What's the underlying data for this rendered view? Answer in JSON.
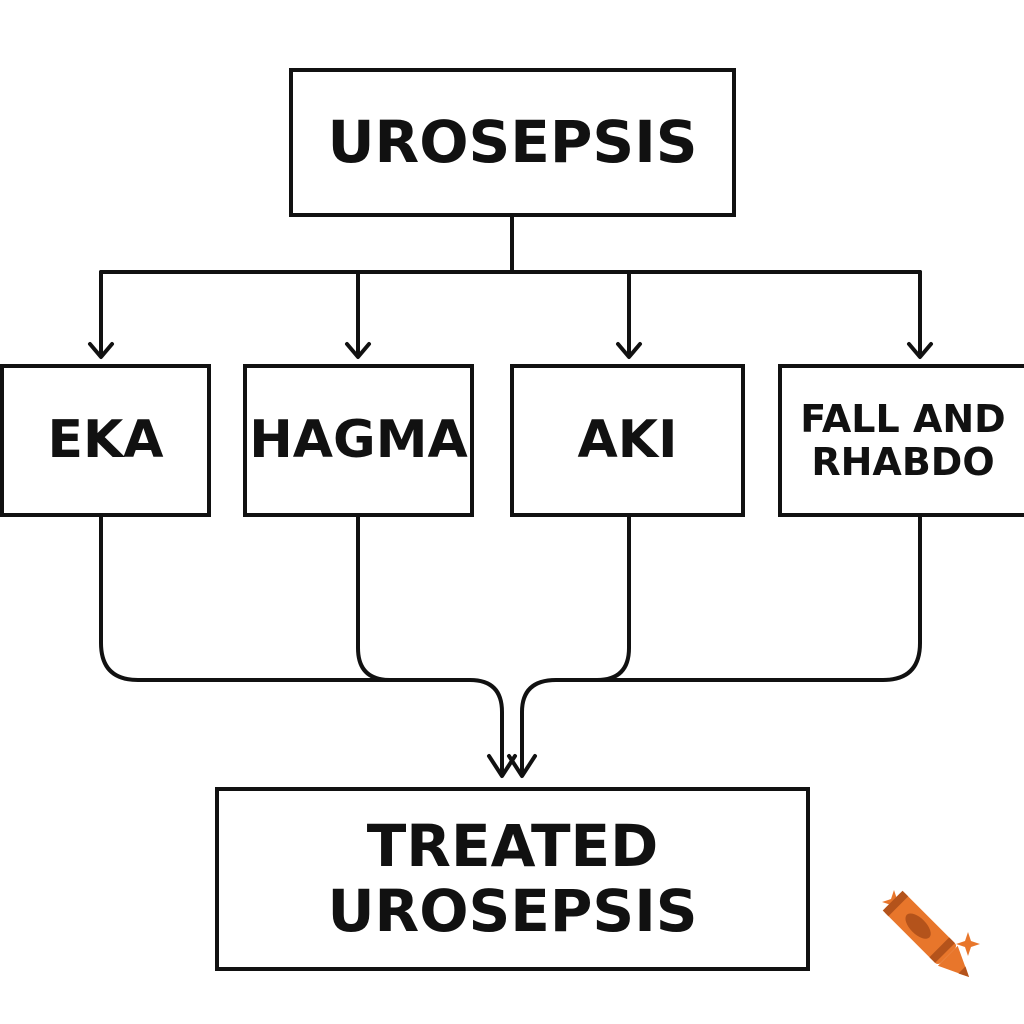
{
  "diagram": {
    "root": {
      "label": "UROSEPSIS"
    },
    "branches": [
      {
        "label": "EKA"
      },
      {
        "label": "HAGMA"
      },
      {
        "label": "AKI"
      },
      {
        "label": "FALL AND RHABDO"
      }
    ],
    "result": {
      "label": "TREATED UROSEPSIS"
    }
  },
  "colors": {
    "stroke": "#111111",
    "background": "#ffffff",
    "crayon_body": "#e8762b",
    "crayon_dark": "#b4531b",
    "sparkle": "#e8762b"
  },
  "icons": {
    "logo": "crayon-icon"
  }
}
